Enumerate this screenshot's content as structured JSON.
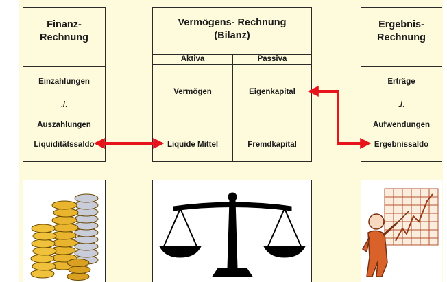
{
  "finanz": {
    "title_line1": "Finanz-",
    "title_line2": "Rechnung",
    "items": [
      "Einzahlungen",
      "./.",
      "Auszahlungen",
      "Liquiditätssaldo"
    ]
  },
  "bilanz": {
    "title_line1": "Vermögens- Rechnung",
    "title_line2": "(Bilanz)",
    "col_aktiva": "Aktiva",
    "col_passiva": "Passiva",
    "aktiva_items": [
      "Vermögen",
      "Liquide Mittel"
    ],
    "passiva_items": [
      "Eigenkapital",
      "Fremdkapital"
    ]
  },
  "ergebnis": {
    "title_line1": "Ergebnis-",
    "title_line2": "Rechnung",
    "items": [
      "Erträge",
      "./.",
      "Aufwendungen",
      "Ergebnissaldo"
    ]
  },
  "icons": {
    "left": "coin-stacks-icon",
    "center": "balance-scale-icon",
    "right": "presenter-chart-icon"
  },
  "colors": {
    "background": "#fdfbdc",
    "arrow": "#e8141b",
    "border": "#2a2a2a"
  }
}
